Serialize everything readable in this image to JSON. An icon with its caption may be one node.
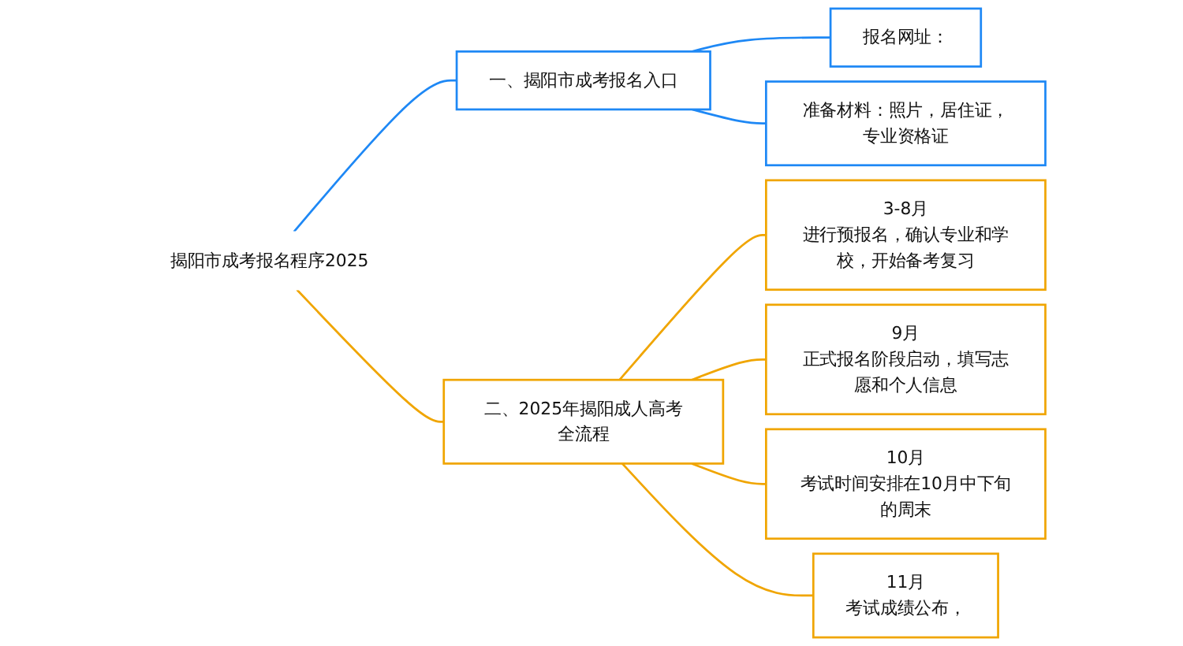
{
  "diagram": {
    "nodes": [
      {
        "text": [
          "揭阳市成考报名程序2025"
        ]
      },
      {
        "text": [
          "一、揭阳市成考报名入口"
        ]
      },
      {
        "text": [
          "报名网址："
        ]
      },
      {
        "text": [
          "准备材料：照片，居住证，专业资格证"
        ]
      },
      {
        "text": [
          "二、2025年揭阳成人高考全流程"
        ]
      },
      {
        "text": [
          "3-8月",
          "进行预报名，确认专业和学校，开始备考复习"
        ]
      },
      {
        "text": [
          "9月",
          "正式报名阶段启动，填写志愿和个人信息"
        ]
      },
      {
        "text": [
          "10月",
          "考试时间安排在10月中下旬的周末"
        ]
      },
      {
        "text": [
          "11月",
          "考试成绩公布，"
        ]
      }
    ],
    "edges": [
      {
        "from": 0,
        "to": 1,
        "arrow": "none",
        "color": "#1e88f5"
      },
      {
        "from": 1,
        "to": 2,
        "arrow": "none",
        "color": "#1e88f5"
      },
      {
        "from": 1,
        "to": 3,
        "arrow": "none",
        "color": "#1e88f5"
      },
      {
        "from": 0,
        "to": 4,
        "arrow": "none"
      },
      {
        "from": 4,
        "to": 5,
        "arrow": "none"
      },
      {
        "from": 4,
        "to": 6,
        "arrow": "none"
      },
      {
        "from": 4,
        "to": 7,
        "arrow": "none"
      },
      {
        "from": 4,
        "to": 8,
        "arrow": "none"
      }
    ]
  }
}
